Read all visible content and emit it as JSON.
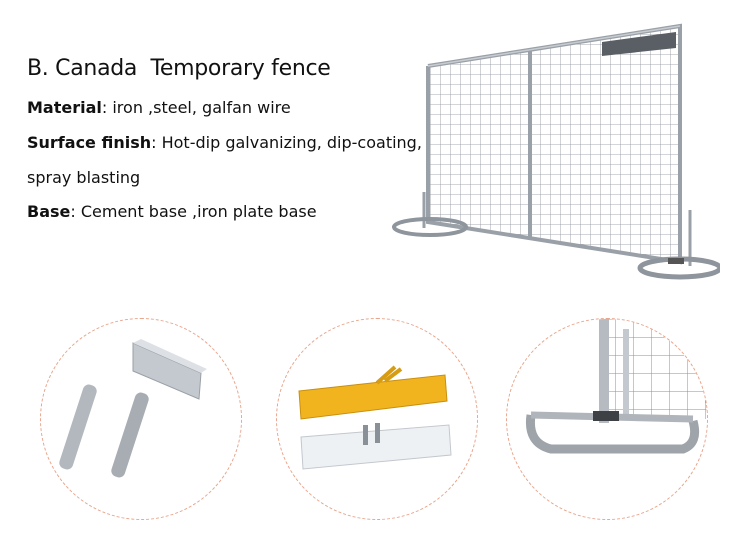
{
  "heading": "B. Canada  Temporary fence",
  "specs": [
    {
      "label": "Material",
      "sep": ": ",
      "value": "iron ,steel, galfan wire"
    },
    {
      "label": "Surface finish",
      "sep": ": ",
      "value": "Hot-dip galvanizing, dip-coating,"
    },
    {
      "continuation": "spray blasting"
    },
    {
      "label": "Base",
      "sep": ": ",
      "value": "Cement base ,iron plate base"
    }
  ],
  "colors": {
    "circle_border": "#e8a58c",
    "metal": "#b9bec4",
    "yellow_plate": "#f2b41e"
  },
  "images": [
    {
      "icon": "temporary-fence-panel"
    },
    {
      "icon": "fence-connector-clamp"
    },
    {
      "icon": "iron-plate-base"
    },
    {
      "icon": "fence-foot-detail"
    }
  ]
}
